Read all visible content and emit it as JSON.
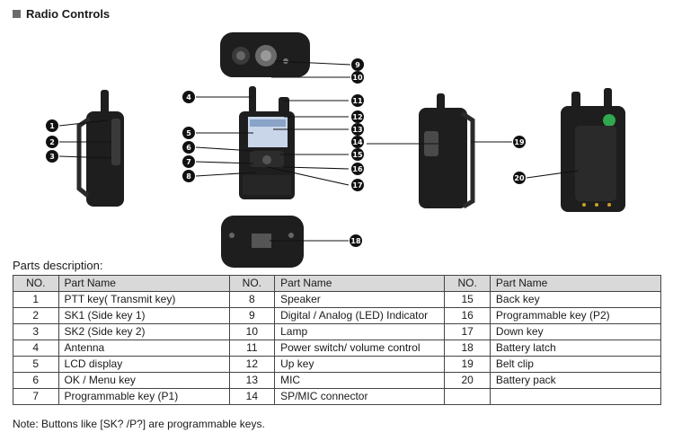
{
  "title": "Radio Controls",
  "parts_label": "Parts description:",
  "table": {
    "headers": [
      "NO.",
      "Part Name",
      "NO.",
      "Part Name",
      "NO.",
      "Part Name"
    ],
    "rows": [
      [
        "1",
        "PTT key( Transmit key)",
        "8",
        "Speaker",
        "15",
        "Back key"
      ],
      [
        "2",
        "SK1 (Side key 1)",
        "9",
        "Digital / Analog (LED) Indicator",
        "16",
        "Programmable key (P2)"
      ],
      [
        "3",
        "SK2 (Side key 2)",
        "10",
        "Lamp",
        "17",
        "Down key"
      ],
      [
        "4",
        "Antenna",
        "11",
        "Power switch/ volume control",
        "18",
        "Battery latch"
      ],
      [
        "5",
        "LCD display",
        "12",
        "Up key",
        "19",
        "Belt clip"
      ],
      [
        "6",
        "OK / Menu key",
        "13",
        "MIC",
        "20",
        "Battery pack"
      ],
      [
        "7",
        "Programmable key (P1)",
        "14",
        "SP/MIC connector",
        "",
        ""
      ]
    ]
  },
  "note": "Note: Buttons like [SK? /P?] are programmable keys.",
  "callouts": [
    "1",
    "2",
    "3",
    "4",
    "5",
    "6",
    "7",
    "8",
    "9",
    "10",
    "11",
    "12",
    "13",
    "14",
    "15",
    "16",
    "17",
    "18",
    "19",
    "20"
  ],
  "colors": {
    "header_bg": "#d9d9d9",
    "callout_fill": "#111111",
    "device_body": "#1e1e1e"
  }
}
